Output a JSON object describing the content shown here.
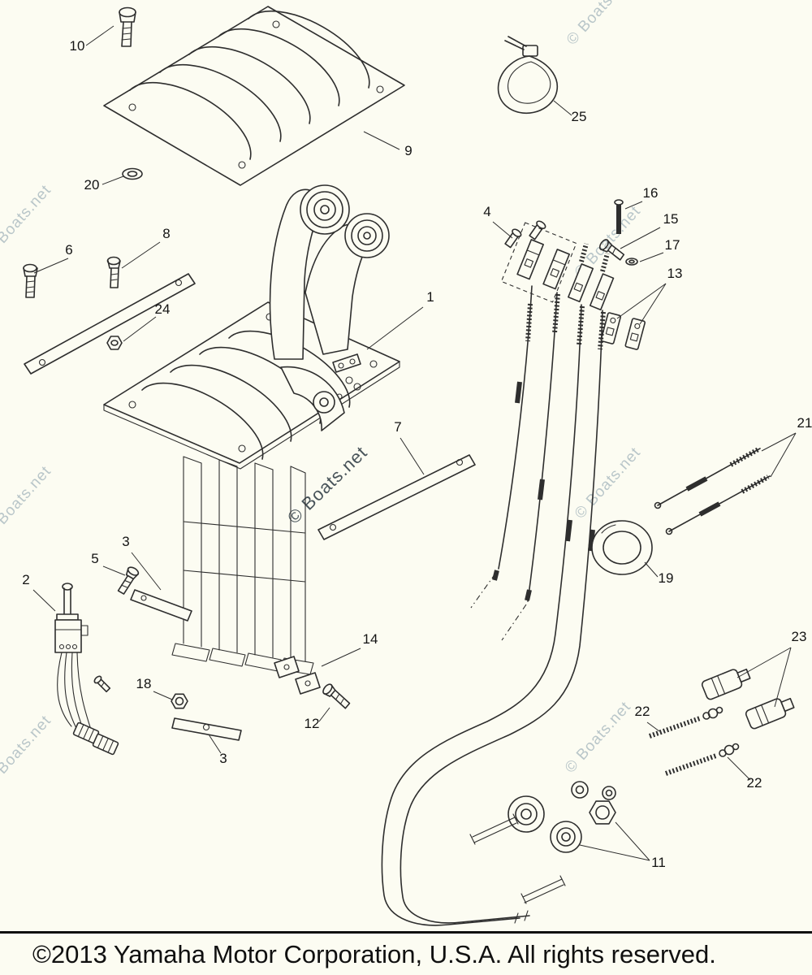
{
  "watermark": {
    "text": "© Boats.net"
  },
  "footer": {
    "copyright": "©2013 Yamaha Motor Corporation, U.S.A. All rights reserved."
  },
  "colors": {
    "background": "#fcfcf2",
    "line": "#2e2e2e",
    "watermark_light": "#b9c6c9",
    "watermark_dark": "#49545a",
    "footer_text": "#101010"
  },
  "diagram": {
    "type": "exploded-parts-diagram",
    "callouts": [
      {
        "label": "10"
      },
      {
        "label": "9"
      },
      {
        "label": "20"
      },
      {
        "label": "6"
      },
      {
        "label": "8"
      },
      {
        "label": "24"
      },
      {
        "label": "1"
      },
      {
        "label": "7"
      },
      {
        "label": "5"
      },
      {
        "label": "3"
      },
      {
        "label": "2"
      },
      {
        "label": "18"
      },
      {
        "label": "3"
      },
      {
        "label": "14"
      },
      {
        "label": "12"
      },
      {
        "label": "25"
      },
      {
        "label": "4"
      },
      {
        "label": "16"
      },
      {
        "label": "15"
      },
      {
        "label": "17"
      },
      {
        "label": "13"
      },
      {
        "label": "21"
      },
      {
        "label": "19"
      },
      {
        "label": "23"
      },
      {
        "label": "22"
      },
      {
        "label": "22"
      },
      {
        "label": "11"
      }
    ]
  }
}
